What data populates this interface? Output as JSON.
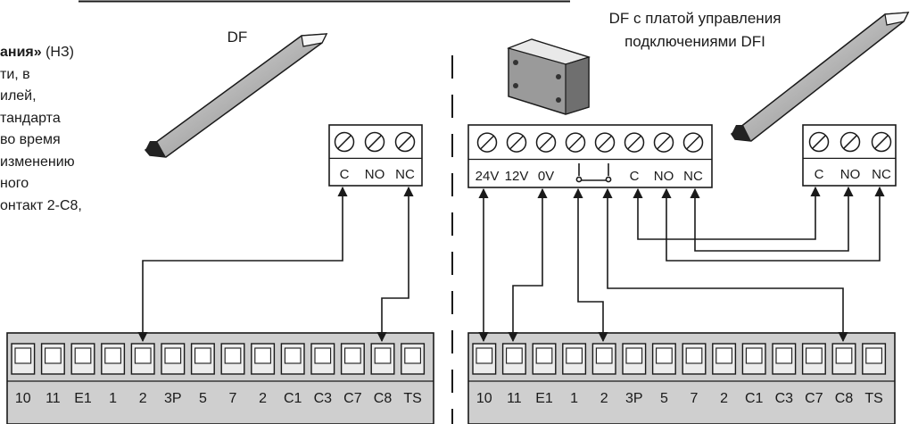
{
  "description": {
    "lines": [
      {
        "bold": "ания»",
        "rest": " (НЗ)"
      },
      {
        "bold": "",
        "rest": "ти, в"
      },
      {
        "bold": "",
        "rest": "илей,"
      },
      {
        "bold": "",
        "rest": "тандарта"
      },
      {
        "bold": "",
        "rest": "во время"
      },
      {
        "bold": "",
        "rest": "изменению"
      },
      {
        "bold": "",
        "rest": "ного"
      },
      {
        "bold": "",
        "rest": "онтакт 2-C8,"
      }
    ]
  },
  "left_device": {
    "title": "DF"
  },
  "right_device": {
    "title": "DF с платой управления подключениями DFI"
  },
  "connectors": {
    "left_df": {
      "labels": [
        "C",
        "NO",
        "NC"
      ]
    },
    "dfi_board": {
      "labels": [
        "24V",
        "12V",
        "0V",
        "",
        "",
        "C",
        "NO",
        "NC"
      ]
    },
    "right_df": {
      "labels": [
        "C",
        "NO",
        "NC"
      ]
    }
  },
  "terminal_blocks": {
    "left": {
      "labels": [
        "10",
        "11",
        "E1",
        "1",
        "2",
        "3P",
        "5",
        "7",
        "2",
        "C1",
        "C3",
        "C7",
        "C8",
        "TS"
      ]
    },
    "right": {
      "labels": [
        "10",
        "11",
        "E1",
        "1",
        "2",
        "3P",
        "5",
        "7",
        "2",
        "C1",
        "C3",
        "C7",
        "C8",
        "TS"
      ]
    }
  },
  "colors": {
    "line": "#1a1a1a",
    "block_fill": "#cfcfcf",
    "panel_fill": "#ececec"
  }
}
